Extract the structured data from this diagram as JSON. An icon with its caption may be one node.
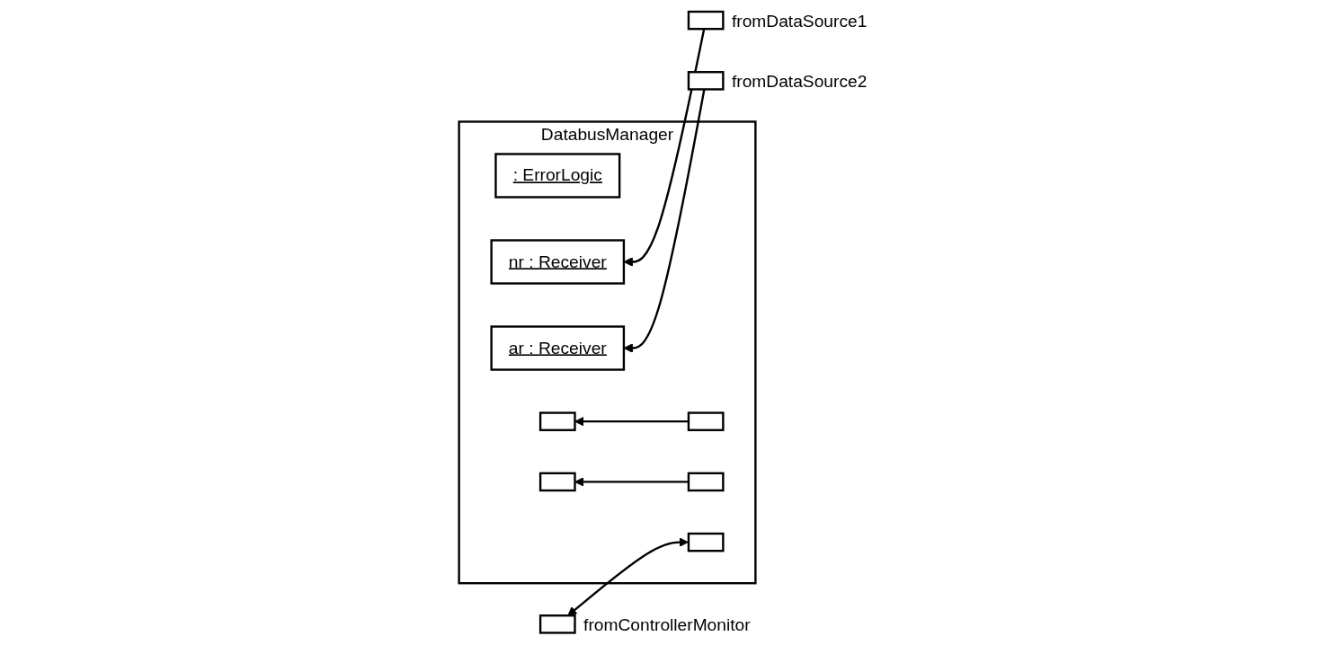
{
  "diagram": {
    "nodes": [
      {
        "text": [
          "DatabusManager"
        ]
      },
      {
        "text": [
          ": ErrorLogic"
        ],
        "in": 0
      },
      {
        "text": [
          "nr : Receiver"
        ],
        "in": 0
      },
      {
        "text": [
          "ar : Receiver"
        ],
        "in": 0
      },
      {
        "text": [],
        "shape": "box",
        "in": 0
      },
      {
        "text": [],
        "shape": "box",
        "in": 0
      },
      {
        "text": [],
        "shape": "box",
        "in": 0
      },
      {
        "text": [],
        "shape": "box",
        "in": 0
      },
      {
        "text": [],
        "shape": "box",
        "in": 0
      },
      {
        "text": [],
        "shape": "box",
        "beside": [
          "fromDataSource1"
        ]
      },
      {
        "text": [],
        "shape": "box",
        "beside": [
          "fromDataSource2"
        ]
      },
      {
        "text": [],
        "shape": "box",
        "beside": [
          "fromControllerMonitor"
        ]
      }
    ],
    "edges": [
      {
        "from": 5,
        "to": 4,
        "arrow": "to"
      },
      {
        "from": 7,
        "to": 6,
        "arrow": "to"
      },
      {
        "from": 9,
        "to": 2,
        "arrow": "to"
      },
      {
        "from": 10,
        "to": 3,
        "arrow": "to"
      },
      {
        "from": 8,
        "to": 11,
        "arrow": "both"
      }
    ]
  }
}
